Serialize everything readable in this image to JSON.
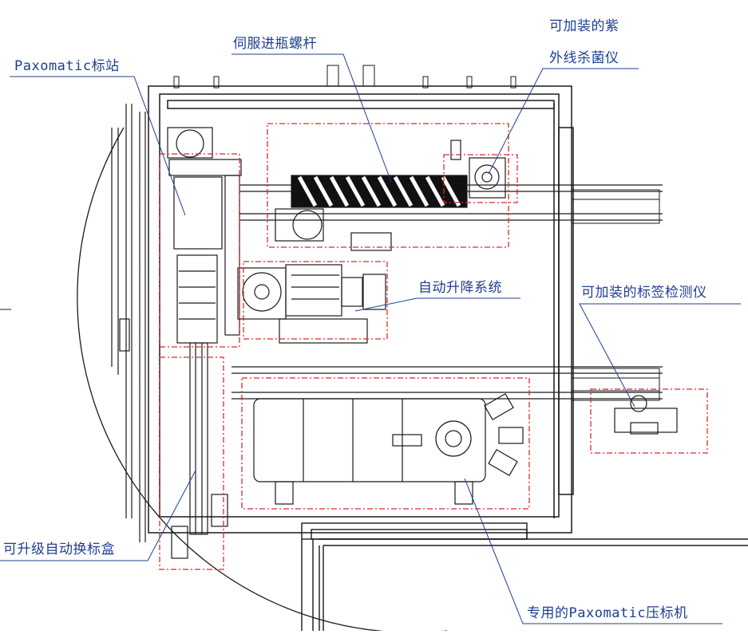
{
  "labels": {
    "paxomatic_station": "Paxomatic标站",
    "servo_screw": "伺服进瓶螺杆",
    "uv_line1": "可加装的紫",
    "uv_line2": "外线杀菌仪",
    "auto_lift": "自动升降系统",
    "label_inspector": "可加装的标签检测仪",
    "label_box": "可升级自动换标盒",
    "applicator": "专用的Paxomatic压标机"
  },
  "colors": {
    "line": "#1a1a1a",
    "highlight_box": "#e0282a",
    "callout_text": "#1f3f8f",
    "callout_line": "#1f3f8f",
    "background": "#ffffff"
  }
}
